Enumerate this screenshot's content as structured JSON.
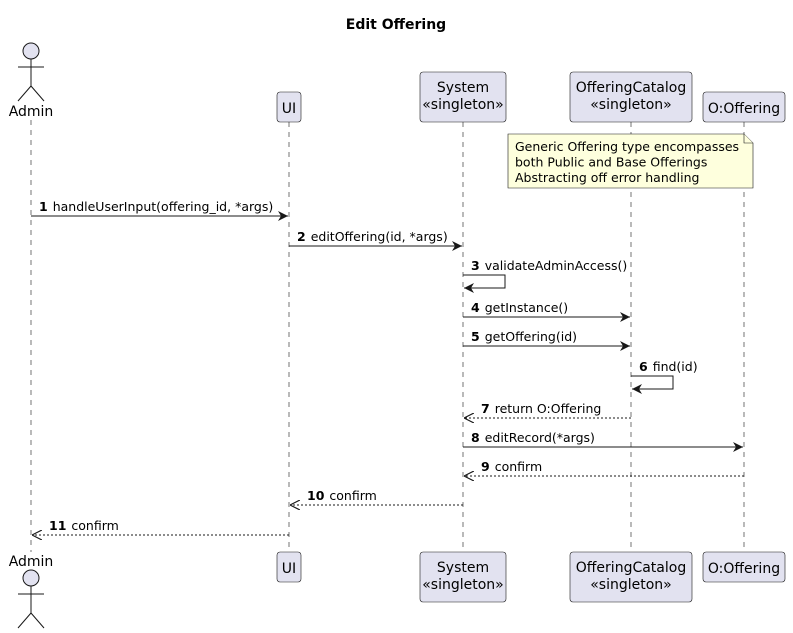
{
  "diagram": {
    "title": "Edit Offering",
    "participants": [
      {
        "id": "admin",
        "kind": "actor",
        "label": "Admin"
      },
      {
        "id": "ui",
        "kind": "box",
        "lines": [
          "UI"
        ]
      },
      {
        "id": "system",
        "kind": "box",
        "lines": [
          "System",
          "«singleton»"
        ]
      },
      {
        "id": "catalog",
        "kind": "box",
        "lines": [
          "OfferingCatalog",
          "«singleton»"
        ]
      },
      {
        "id": "offering",
        "kind": "box",
        "lines": [
          "O:Offering"
        ]
      }
    ],
    "note": {
      "over": "catalog",
      "lines": [
        "Generic Offering type encompasses",
        "both Public and Base Offerings",
        "Abstracting off error handling"
      ]
    },
    "messages": [
      {
        "n": "1",
        "from": "admin",
        "to": "ui",
        "label": "handleUserInput(offering_id, *args)",
        "style": "solid"
      },
      {
        "n": "2",
        "from": "ui",
        "to": "system",
        "label": "editOffering(id, *args)",
        "style": "solid"
      },
      {
        "n": "3",
        "from": "system",
        "to": "system",
        "label": "validateAdminAccess()",
        "style": "solid"
      },
      {
        "n": "4",
        "from": "system",
        "to": "catalog",
        "label": "getInstance()",
        "style": "solid"
      },
      {
        "n": "5",
        "from": "system",
        "to": "catalog",
        "label": "getOffering(id)",
        "style": "solid"
      },
      {
        "n": "6",
        "from": "catalog",
        "to": "catalog",
        "label": "find(id)",
        "style": "solid"
      },
      {
        "n": "7",
        "from": "catalog",
        "to": "system",
        "label": "return O:Offering",
        "style": "dashed"
      },
      {
        "n": "8",
        "from": "system",
        "to": "offering",
        "label": "editRecord(*args)",
        "style": "solid"
      },
      {
        "n": "9",
        "from": "offering",
        "to": "system",
        "label": "confirm",
        "style": "dashed"
      },
      {
        "n": "10",
        "from": "system",
        "to": "ui",
        "label": "confirm",
        "style": "dashed"
      },
      {
        "n": "11",
        "from": "ui",
        "to": "admin",
        "label": "confirm",
        "style": "dashed"
      }
    ],
    "colors": {
      "participant_fill": "#E2E2F0",
      "note_fill": "#FEFFDD",
      "line": "#181818"
    }
  }
}
